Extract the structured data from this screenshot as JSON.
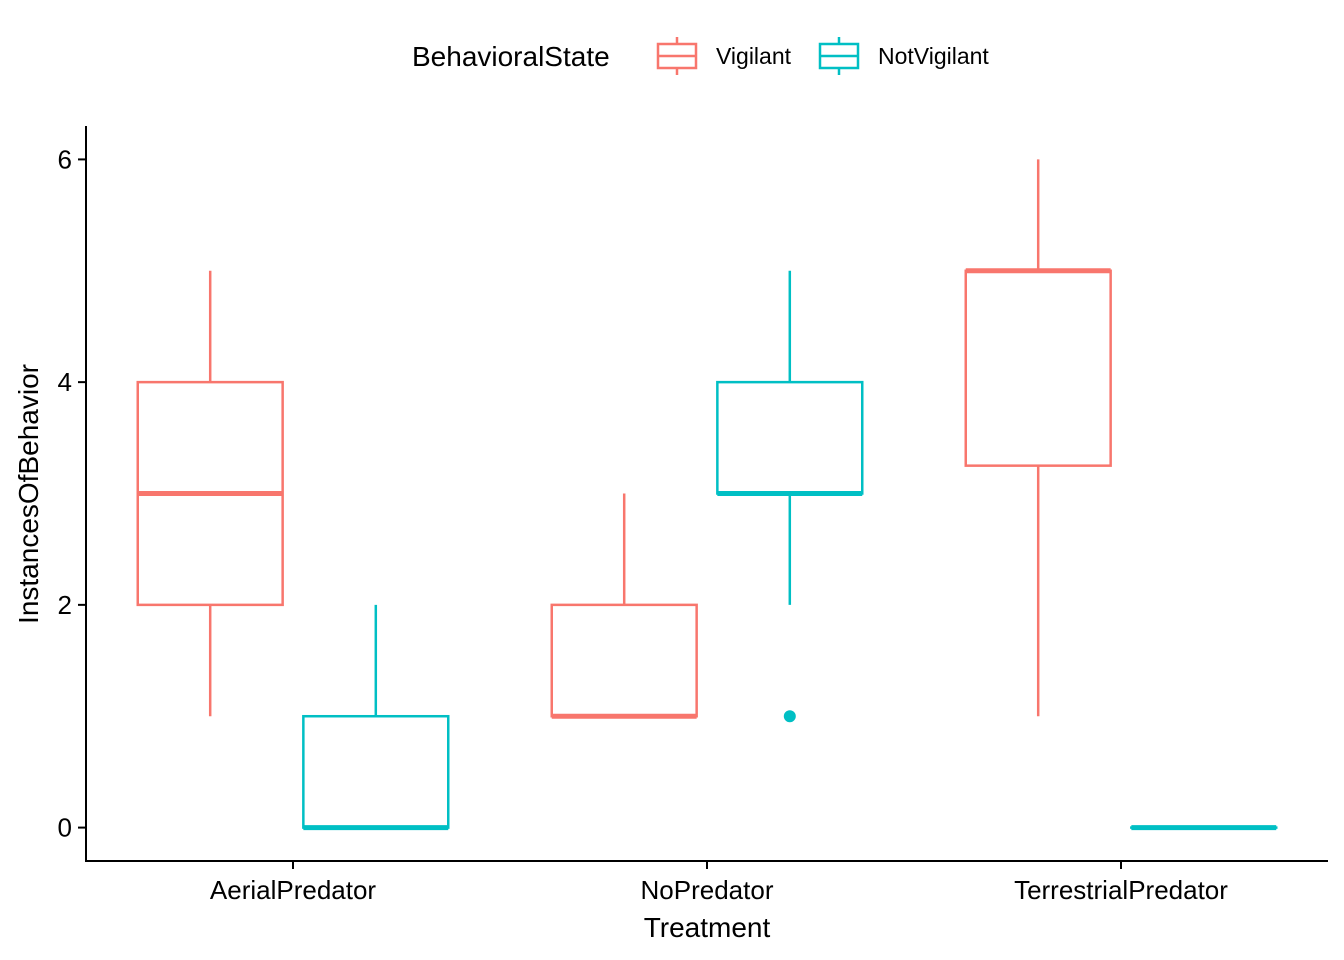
{
  "chart_data": {
    "type": "box",
    "xlabel": "Treatment",
    "ylabel": "InstancesOfBehavior",
    "categories": [
      "AerialPredator",
      "NoPredator",
      "TerrestrialPredator"
    ],
    "ylim": [
      -0.3,
      6.3
    ],
    "yticks": [
      0,
      2,
      4,
      6
    ],
    "grid": false,
    "legend": {
      "title": "BehavioralState",
      "position": "top",
      "entries": [
        "Vigilant",
        "NotVigilant"
      ]
    },
    "series": [
      {
        "name": "Vigilant",
        "color": "#F8766D",
        "boxes": [
          {
            "category": "AerialPredator",
            "min": 1,
            "q1": 2,
            "median": 3,
            "q3": 4,
            "max": 5,
            "outliers": []
          },
          {
            "category": "NoPredator",
            "min": 1,
            "q1": 1,
            "median": 1,
            "q3": 2,
            "max": 3,
            "outliers": []
          },
          {
            "category": "TerrestrialPredator",
            "min": 1,
            "q1": 3.25,
            "median": 5,
            "q3": 5,
            "max": 6,
            "outliers": []
          }
        ]
      },
      {
        "name": "NotVigilant",
        "color": "#00BFC4",
        "boxes": [
          {
            "category": "AerialPredator",
            "min": 0,
            "q1": 0,
            "median": 0,
            "q3": 1,
            "max": 2,
            "outliers": []
          },
          {
            "category": "NoPredator",
            "min": 2,
            "q1": 3,
            "median": 3,
            "q3": 4,
            "max": 5,
            "outliers": [
              1
            ]
          },
          {
            "category": "TerrestrialPredator",
            "min": 0,
            "q1": 0,
            "median": 0,
            "q3": 0,
            "max": 0,
            "outliers": []
          }
        ]
      }
    ]
  }
}
